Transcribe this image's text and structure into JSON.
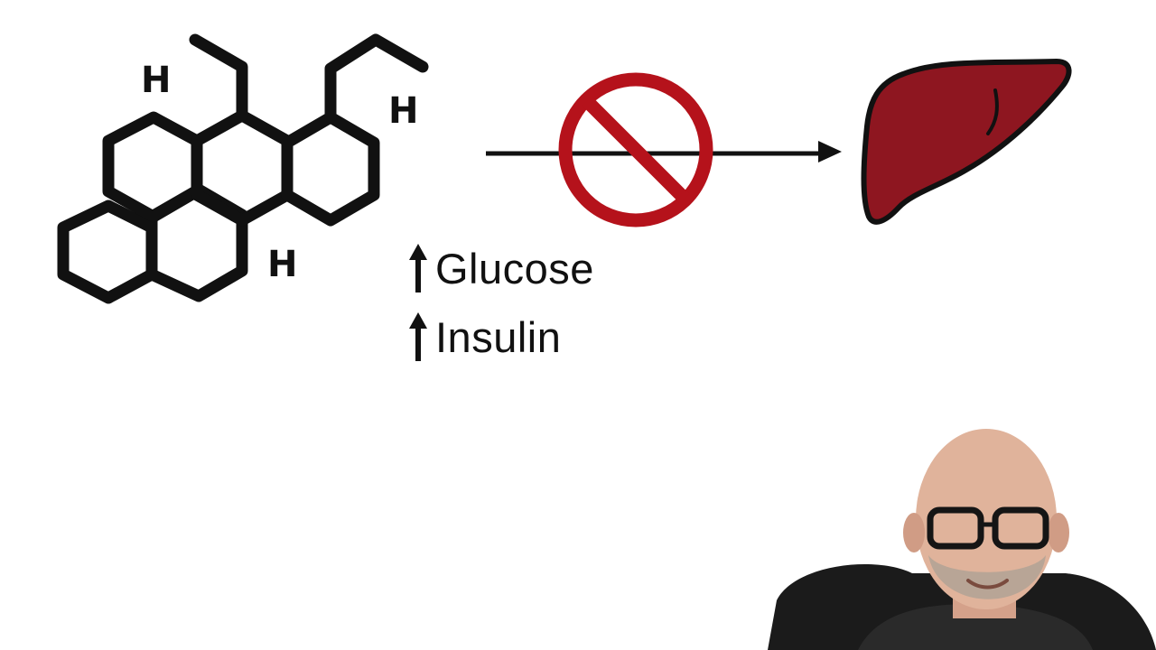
{
  "molecule": {
    "hydrogen_labels": [
      "H",
      "H",
      "H"
    ]
  },
  "effects": [
    {
      "direction": "up",
      "label": "Glucose"
    },
    {
      "direction": "up",
      "label": "Insulin"
    }
  ],
  "blocked_symbol": {
    "icon": "prohibited-icon",
    "color": "#b5121b"
  },
  "target_organ": {
    "icon": "liver-icon",
    "fill": "#8e1620",
    "stroke": "#111111"
  },
  "colors": {
    "line": "#111111",
    "background": "#ffffff"
  }
}
